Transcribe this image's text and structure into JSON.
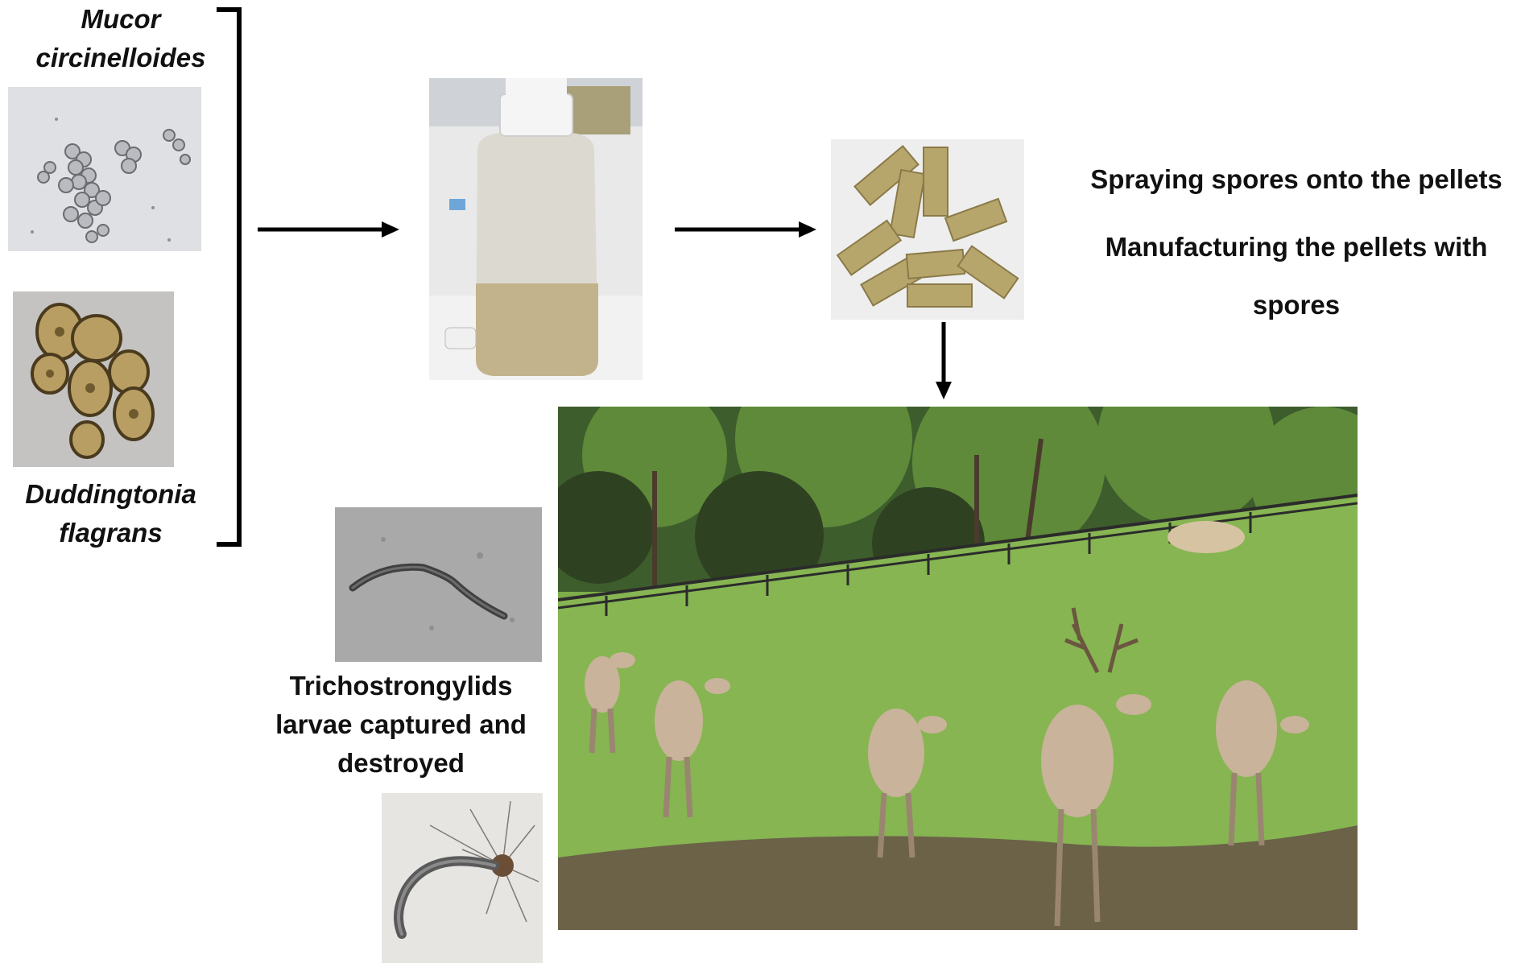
{
  "labels": {
    "fungus1_line1": "Mucor",
    "fungus1_line2": "circinelloides",
    "fungus2_line1": "Duddingtonia",
    "fungus2_line2": "flagrans",
    "step1": "Spraying spores onto the pellets",
    "step2_line1": "Manufacturing the pellets with",
    "step2_line2": "spores",
    "larvae_line1": "Trichostrongylids",
    "larvae_line2": "larvae captured and",
    "larvae_line3": "destroyed"
  },
  "images": [
    {
      "name": "mucor-spores-photo",
      "depicts": "micrograph-spores"
    },
    {
      "name": "duddingtonia-spores-photo",
      "depicts": "micrograph-chlamydospores"
    },
    {
      "name": "spore-suspension-bottle-photo",
      "depicts": "bottle"
    },
    {
      "name": "pellets-photo",
      "depicts": "pellets"
    },
    {
      "name": "deer-pasture-photo",
      "depicts": "deer-on-grass"
    },
    {
      "name": "larva-micrograph-1",
      "depicts": "larva"
    },
    {
      "name": "larva-micrograph-2",
      "depicts": "trapped-larva"
    }
  ],
  "colors": {
    "arrow": "#000000",
    "text": "#111111"
  }
}
